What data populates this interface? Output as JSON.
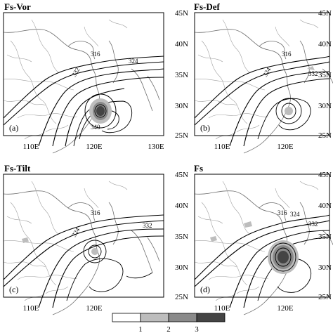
{
  "panels": [
    {
      "title": "Fs-Vor",
      "label": "(a)",
      "contours": [
        "316",
        "324",
        "332",
        "340"
      ]
    },
    {
      "title": "Fs-Def",
      "label": "(b)",
      "contours": [
        "316",
        "324",
        "332"
      ]
    },
    {
      "title": "Fs-Tilt",
      "label": "(c)",
      "contours": [
        "316",
        "324",
        "332"
      ]
    },
    {
      "title": "Fs",
      "label": "(d)",
      "contours": [
        "316",
        "324",
        "332"
      ]
    }
  ],
  "lon_ticks": [
    "110E",
    "120E",
    "130E"
  ],
  "lat_ticks": [
    "45N",
    "40N",
    "35N",
    "30N",
    "25N"
  ],
  "legend": {
    "labels": [
      "1",
      "2",
      "3"
    ],
    "colors": [
      "#ffffff",
      "#bdbdbd",
      "#8a8a8a",
      "#444444"
    ]
  }
}
